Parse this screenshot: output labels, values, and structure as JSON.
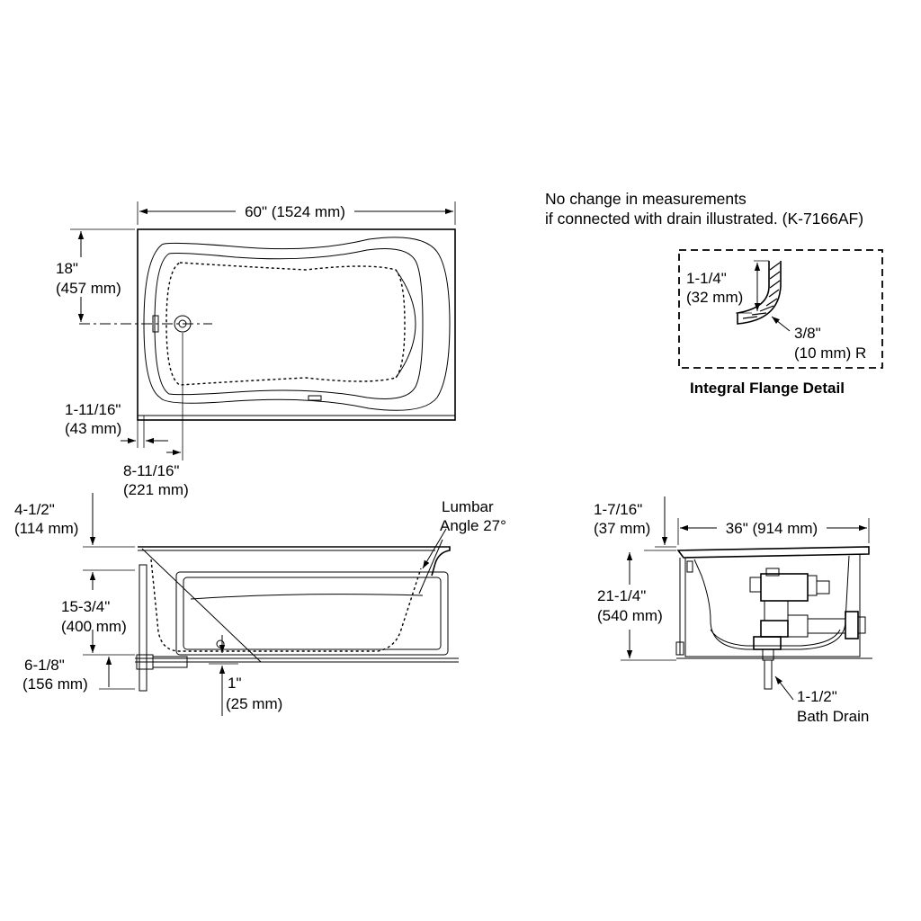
{
  "note": {
    "line1": "No change in measurements",
    "line2": "if connected with drain illustrated. (K-7166AF)"
  },
  "detail": {
    "title": "Integral Flange Detail",
    "flange_height_in": "1-1/4\"",
    "flange_height_mm": "(32 mm)",
    "radius_in": "3/8\"",
    "radius_mm": "(10 mm) R"
  },
  "top_view": {
    "length_label": "60\" (1524 mm)",
    "drain_y_in": "18\"",
    "drain_y_mm": "(457 mm)",
    "flange_in": "1-11/16\"",
    "flange_mm": "(43 mm)",
    "drain_x_in": "8-11/16\"",
    "drain_x_mm": "(221 mm)"
  },
  "side_view": {
    "top_in": "4-1/2\"",
    "top_mm": "(114 mm)",
    "lumbar_line1": "Lumbar",
    "lumbar_line2": "Angle 27°",
    "mid_in": "15-3/4\"",
    "mid_mm": "(400 mm)",
    "low_in": "6-1/8\"",
    "low_mm": "(156 mm)",
    "floor_in": "1\"",
    "floor_mm": "(25 mm)"
  },
  "end_view": {
    "rim_in": "1-7/16\"",
    "rim_mm": "(37 mm)",
    "width_label": "36\" (914 mm)",
    "height_in": "21-1/4\"",
    "height_mm": "(540 mm)",
    "drain_in": "1-1/2\"",
    "drain_label": "Bath Drain"
  }
}
